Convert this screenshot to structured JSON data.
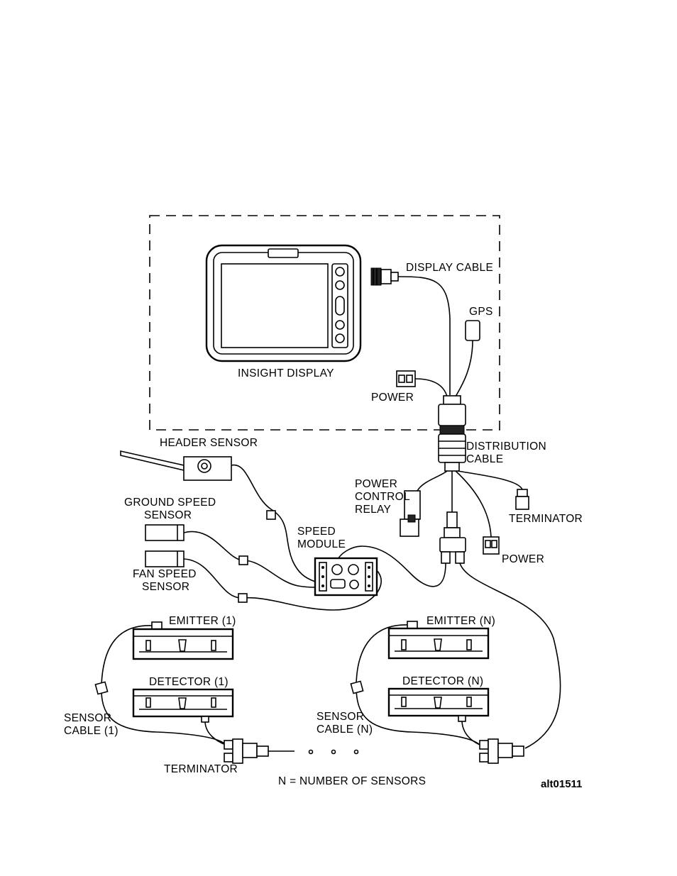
{
  "labels": {
    "display_cable": "DISPLAY CABLE",
    "gps": "GPS",
    "insight_display": "INSIGHT DISPLAY",
    "power_top": "POWER",
    "distribution_cable_1": "DISTRIBUTION",
    "distribution_cable_2": "CABLE",
    "header_sensor": "HEADER SENSOR",
    "power_control_relay_1": "POWER",
    "power_control_relay_2": "CONTROL",
    "power_control_relay_3": "RELAY",
    "terminator_right": "TERMINATOR",
    "ground_speed_sensor_1": "GROUND SPEED",
    "ground_speed_sensor_2": "SENSOR",
    "speed_module_1": "SPEED",
    "speed_module_2": "MODULE",
    "power_mid": "POWER",
    "fan_speed_sensor_1": "FAN SPEED",
    "fan_speed_sensor_2": "SENSOR",
    "emitter_1": "EMITTER (1)",
    "emitter_n": "EMITTER (N)",
    "detector_1": "DETECTOR (1)",
    "detector_n": "DETECTOR (N)",
    "sensor_cable_1_a": "SENSOR",
    "sensor_cable_1_b": "CABLE (1)",
    "sensor_cable_n_a": "SENSOR",
    "sensor_cable_n_b": "CABLE (N)",
    "terminator_bottom": "TERMINATOR",
    "legend": "N = NUMBER OF SENSORS",
    "figure_code": "alt01511"
  }
}
